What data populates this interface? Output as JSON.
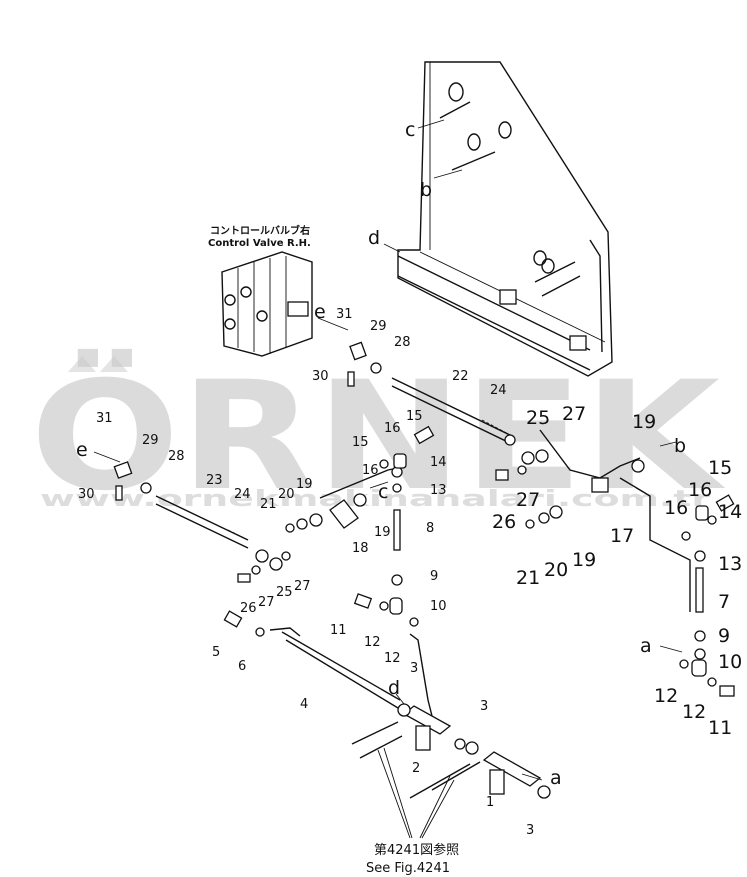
{
  "watermark": {
    "brand": "ÖRNEK",
    "url": "www.ornekmakinahalari.com.tr",
    "color": "#c9c9c9"
  },
  "headers": {
    "valve_jp": "コントロールバルブ右",
    "valve_en": "Control Valve R.H.",
    "ref_jp": "第4241図参照",
    "ref_en": "See Fig.4241"
  },
  "letters": {
    "a": "a",
    "b": "b",
    "c": "c",
    "d": "d",
    "e": "e"
  },
  "parts": {
    "p1": "1",
    "p2": "2",
    "p3": "3",
    "p4": "4",
    "p5": "5",
    "p6": "6",
    "p7": "7",
    "p8": "8",
    "p9": "9",
    "p10": "10",
    "p11": "11",
    "p12": "12",
    "p13": "13",
    "p14": "14",
    "p15": "15",
    "p16": "16",
    "p17": "17",
    "p18": "18",
    "p19": "19",
    "p20": "20",
    "p21": "21",
    "p22": "22",
    "p23": "23",
    "p24": "24",
    "p25": "25",
    "p26": "26",
    "p27": "27",
    "p28": "28",
    "p29": "29",
    "p30": "30",
    "p31": "31"
  }
}
